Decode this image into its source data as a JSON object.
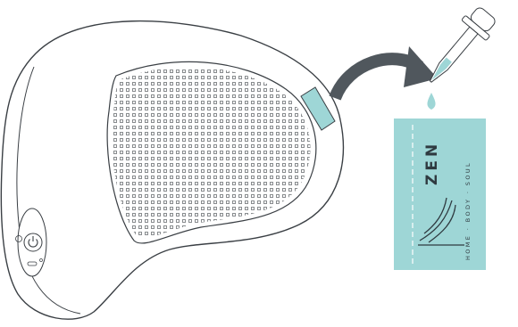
{
  "illustration": {
    "device": "massage-pillow",
    "device_color": "#ffffff",
    "outline_color": "#3a3f44",
    "accent_color": "#9ed6d6",
    "arrow_color": "#50575d"
  },
  "oil_card": {
    "brand": "ZEN",
    "tagline": "HOME · BODY · SOUL"
  },
  "icons": {
    "power": "power-icon",
    "arrow": "curved-arrow-icon",
    "dropper": "dropper-icon"
  }
}
